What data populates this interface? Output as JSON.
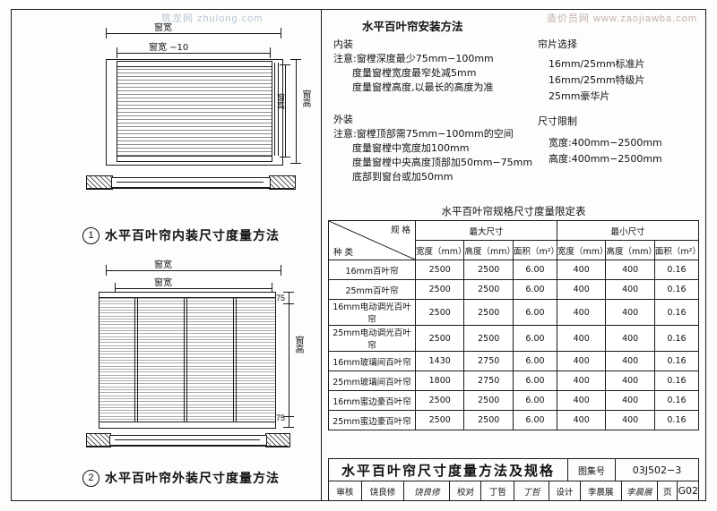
{
  "watermarks": {
    "left": "筑龙网 zhulong.com",
    "right": "造价员网 www.zaojiawba.com"
  },
  "drawings": [
    {
      "id": "detail-1",
      "number": "1",
      "caption": "水平百叶帘内装尺寸度量方法",
      "dims": {
        "top_outer": "窗宽",
        "top_inner": "窗宽 −10",
        "side_outer": "窗高",
        "side_inner": "窗高"
      }
    },
    {
      "id": "detail-2",
      "number": "2",
      "caption": "水平百叶帘外装尺寸度量方法",
      "dims": {
        "top_outer": "窗宽",
        "top_inner": "窗宽",
        "side_outer": "窗高",
        "top_offset": "75",
        "bottom_offset": "75"
      }
    }
  ],
  "notes": {
    "title": "水平百叶帘安装方法",
    "inner_heading": "内装",
    "inner_lines": [
      "注意:窗樘深度最少75mm−100mm",
      "      度量窗樘宽度最窄处减5mm",
      "      度量窗樘高度,以最长的高度为准"
    ],
    "outer_heading": "外装",
    "outer_lines": [
      "注意:窗樘顶部需75mm−100mm的空间",
      "      度量窗樘中宽度加100mm",
      "      度量窗樘中央高度顶部加50mm−75mm",
      "      底部到窗台或加50mm"
    ],
    "blade_heading": "帘片选择",
    "blade_lines": [
      "16mm/25mm标准片",
      "16mm/25mm特级片",
      "25mm豪华片"
    ],
    "limit_heading": "尺寸限制",
    "limit_lines": [
      "宽度:400mm−2500mm",
      "高度:400mm−2500mm"
    ]
  },
  "table": {
    "title": "水平百叶帘规格尺寸度量限定表",
    "corner": {
      "top_right": "规  格",
      "bottom_left": "种  类"
    },
    "group_headers": [
      "最大尺寸",
      "最小尺寸"
    ],
    "columns": [
      "宽度（mm）",
      "高度（mm）",
      "面积（m²）",
      "宽度（mm）",
      "高度（mm）",
      "面积（m²）"
    ],
    "rows": [
      {
        "name": "16mm百叶帘",
        "cells": [
          "2500",
          "2500",
          "6.00",
          "400",
          "400",
          "0.16"
        ]
      },
      {
        "name": "25mm百叶帘",
        "cells": [
          "2500",
          "2500",
          "6.00",
          "400",
          "400",
          "0.16"
        ]
      },
      {
        "name": "16mm电动调光百叶帘",
        "cells": [
          "2500",
          "2500",
          "6.00",
          "400",
          "400",
          "0.16"
        ]
      },
      {
        "name": "25mm电动调光百叶帘",
        "cells": [
          "2500",
          "2500",
          "6.00",
          "400",
          "400",
          "0.16"
        ]
      },
      {
        "name": "16mm玻璃间百叶帘",
        "cells": [
          "1430",
          "2750",
          "6.00",
          "400",
          "400",
          "0.16"
        ]
      },
      {
        "name": "25mm玻璃间百叶帘",
        "cells": [
          "1800",
          "2750",
          "6.00",
          "400",
          "400",
          "0.16"
        ]
      },
      {
        "name": "16mm蜜边豪百叶帘",
        "cells": [
          "2500",
          "2500",
          "6.00",
          "400",
          "400",
          "0.16"
        ]
      },
      {
        "name": "25mm蜜边豪百叶帘",
        "cells": [
          "2500",
          "2500",
          "6.00",
          "400",
          "400",
          "0.16"
        ]
      }
    ]
  },
  "title_block": {
    "drawing_name": "水平百叶帘尺寸度量方法及规格",
    "atlas_label": "图集号",
    "atlas_value": "03J502−3",
    "审核_label": "审核",
    "审核_name": "饶良修",
    "审核_sign": "饶良修",
    "校对_label": "校对",
    "校对_name": "丁哲",
    "校对_sign": "丁哲",
    "设计_label": "设计",
    "设计_name": "李晨展",
    "设计_sign": "李晨展",
    "页_label": "页",
    "页_value": "G02"
  }
}
